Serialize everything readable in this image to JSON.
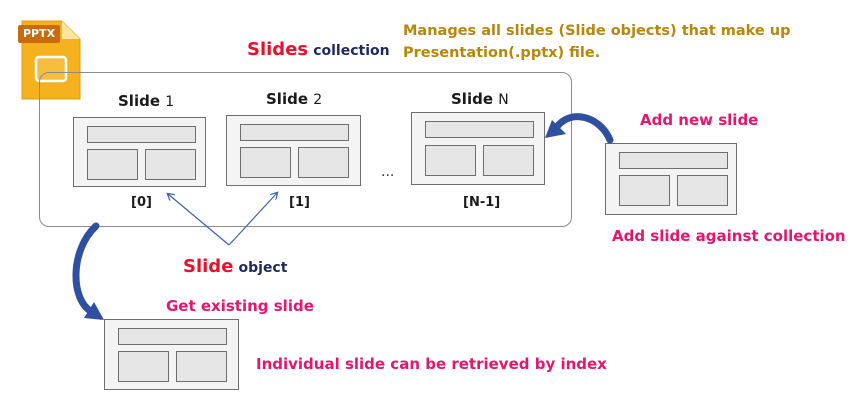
{
  "file_icon": {
    "badge": "PPTX"
  },
  "collection_title": {
    "word": "Slides",
    "suffix": "collection"
  },
  "description": {
    "line1": "Manages all slides (Slide objects) that make up",
    "line2": "Presentation(.pptx) file."
  },
  "slides": [
    {
      "title": "Slide",
      "num": "1",
      "index": "[0]"
    },
    {
      "title": "Slide",
      "num": "2",
      "index": "[1]"
    },
    {
      "title": "Slide",
      "num": "N",
      "index": "[N-1]"
    }
  ],
  "ellipsis": "...",
  "slide_object_label": {
    "word": "Slide",
    "suffix": "object"
  },
  "add_new_slide": "Add new slide",
  "add_against_collection": "Add slide against collection",
  "get_existing_slide": "Get existing slide",
  "retrieve_caption": "Individual slide can be retrieved by index",
  "colors": {
    "red": "#e8102a",
    "navy": "#1f2a5c",
    "magenta": "#e6166e",
    "gold": "#b8860b",
    "file_orange": "#f5b21e",
    "arrow_blue": "#3a62b0"
  }
}
